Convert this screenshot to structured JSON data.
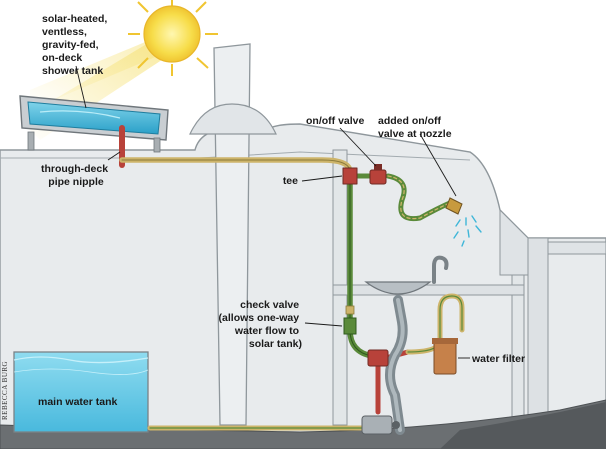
{
  "labels": {
    "shower_tank": [
      "solar-heated,",
      "ventless,",
      "gravity-fed,",
      "on-deck",
      "shower tank"
    ],
    "pipe_nipple": [
      "through-deck",
      "pipe nipple"
    ],
    "tee": "tee",
    "onoff_valve": "on/off valve",
    "nozzle_valve": [
      "added on/off",
      "valve at nozzle"
    ],
    "check_valve": [
      "check valve",
      "(allows one-way",
      "water flow to",
      "solar tank)"
    ],
    "water_filter": "water filter",
    "main_tank": "main water tank"
  },
  "credit": "REBECCA BURG",
  "colors": {
    "water": "#3fb6d8",
    "pipe_green": "#5a8a3a",
    "pipe_tan": "#cdb46a",
    "fitting_red": "#b8423a",
    "hull_fill": "#e9ecee",
    "hull_line": "#8f979c",
    "sun": "#f7dd4a"
  }
}
